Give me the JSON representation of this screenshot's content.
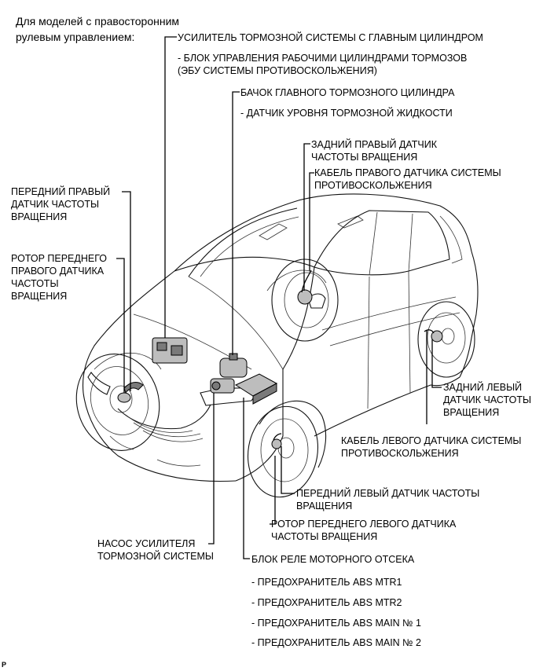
{
  "header": {
    "line1": "Для моделей с правосторонним",
    "line2": "рулевым управлением:"
  },
  "labels": {
    "booster": "УСИЛИТЕЛЬ ТОРМОЗНОЙ СИСТЕМЫ С ГЛАВНЫМ ЦИЛИНДРОМ",
    "ecu_line1": "- БЛОК УПРАВЛЕНИЯ РАБОЧИМИ ЦИЛИНДРАМИ ТОРМОЗОВ",
    "ecu_line2": "(ЭБУ СИСТЕМЫ ПРОТИВОСКОЛЬЖЕНИЯ)",
    "reservoir": "БАЧОК ГЛАВНОГО ТОРМОЗНОГО ЦИЛИНДРА",
    "fluid_sensor": "- ДАТЧИК УРОВНЯ ТОРМОЗНОЙ ЖИДКОСТИ",
    "rr_sensor_line1": "ЗАДНИЙ ПРАВЫЙ ДАТЧИК",
    "rr_sensor_line2": "ЧАСТОТЫ ВРАЩЕНИЯ",
    "rr_cable_line1": "КАБЕЛЬ ПРАВОГО ДАТЧИКА СИСТЕМЫ",
    "rr_cable_line2": "ПРОТИВОСКОЛЬЖЕНИЯ",
    "fr_sensor_line1": "ПЕРЕДНИЙ ПРАВЫЙ",
    "fr_sensor_line2": "ДАТЧИК ЧАСТОТЫ",
    "fr_sensor_line3": "ВРАЩЕНИЯ",
    "fr_rotor_line1": "РОТОР ПЕРЕДНЕГО",
    "fr_rotor_line2": "ПРАВОГО ДАТЧИКА",
    "fr_rotor_line3": "ЧАСТОТЫ",
    "fr_rotor_line4": "ВРАЩЕНИЯ",
    "rl_sensor_line1": "ЗАДНИЙ ЛЕВЫЙ",
    "rl_sensor_line2": "ДАТЧИК ЧАСТОТЫ",
    "rl_sensor_line3": "ВРАЩЕНИЯ",
    "rl_cable_line1": "КАБЕЛЬ ЛЕВОГО ДАТЧИКА СИСТЕМЫ",
    "rl_cable_line2": "ПРОТИВОСКОЛЬЖЕНИЯ",
    "fl_sensor_line1": "ПЕРЕДНИЙ ЛЕВЫЙ ДАТЧИК ЧАСТОТЫ",
    "fl_sensor_line2": "ВРАЩЕНИЯ",
    "fl_rotor_line1": "РОТОР ПЕРЕДНЕГО ЛЕВОГО ДАТЧИКА",
    "fl_rotor_line2": "ЧАСТОТЫ ВРАЩЕНИЯ",
    "pump_line1": "НАСОС УСИЛИТЕЛЯ",
    "pump_line2": "ТОРМОЗНОЙ СИСТЕМЫ",
    "relay_block": "БЛОК РЕЛЕ МОТОРНОГО ОТСЕКА",
    "fuse1": "- ПРЕДОХРАНИТЕЛЬ ABS MTR1",
    "fuse2": "- ПРЕДОХРАНИТЕЛЬ ABS MTR2",
    "fuse3": "- ПРЕДОХРАНИТЕЛЬ ABS MAIN № 1",
    "fuse4": "- ПРЕДОХРАНИТЕЛЬ ABS MAIN № 2"
  },
  "footer": {
    "mark": "P"
  }
}
